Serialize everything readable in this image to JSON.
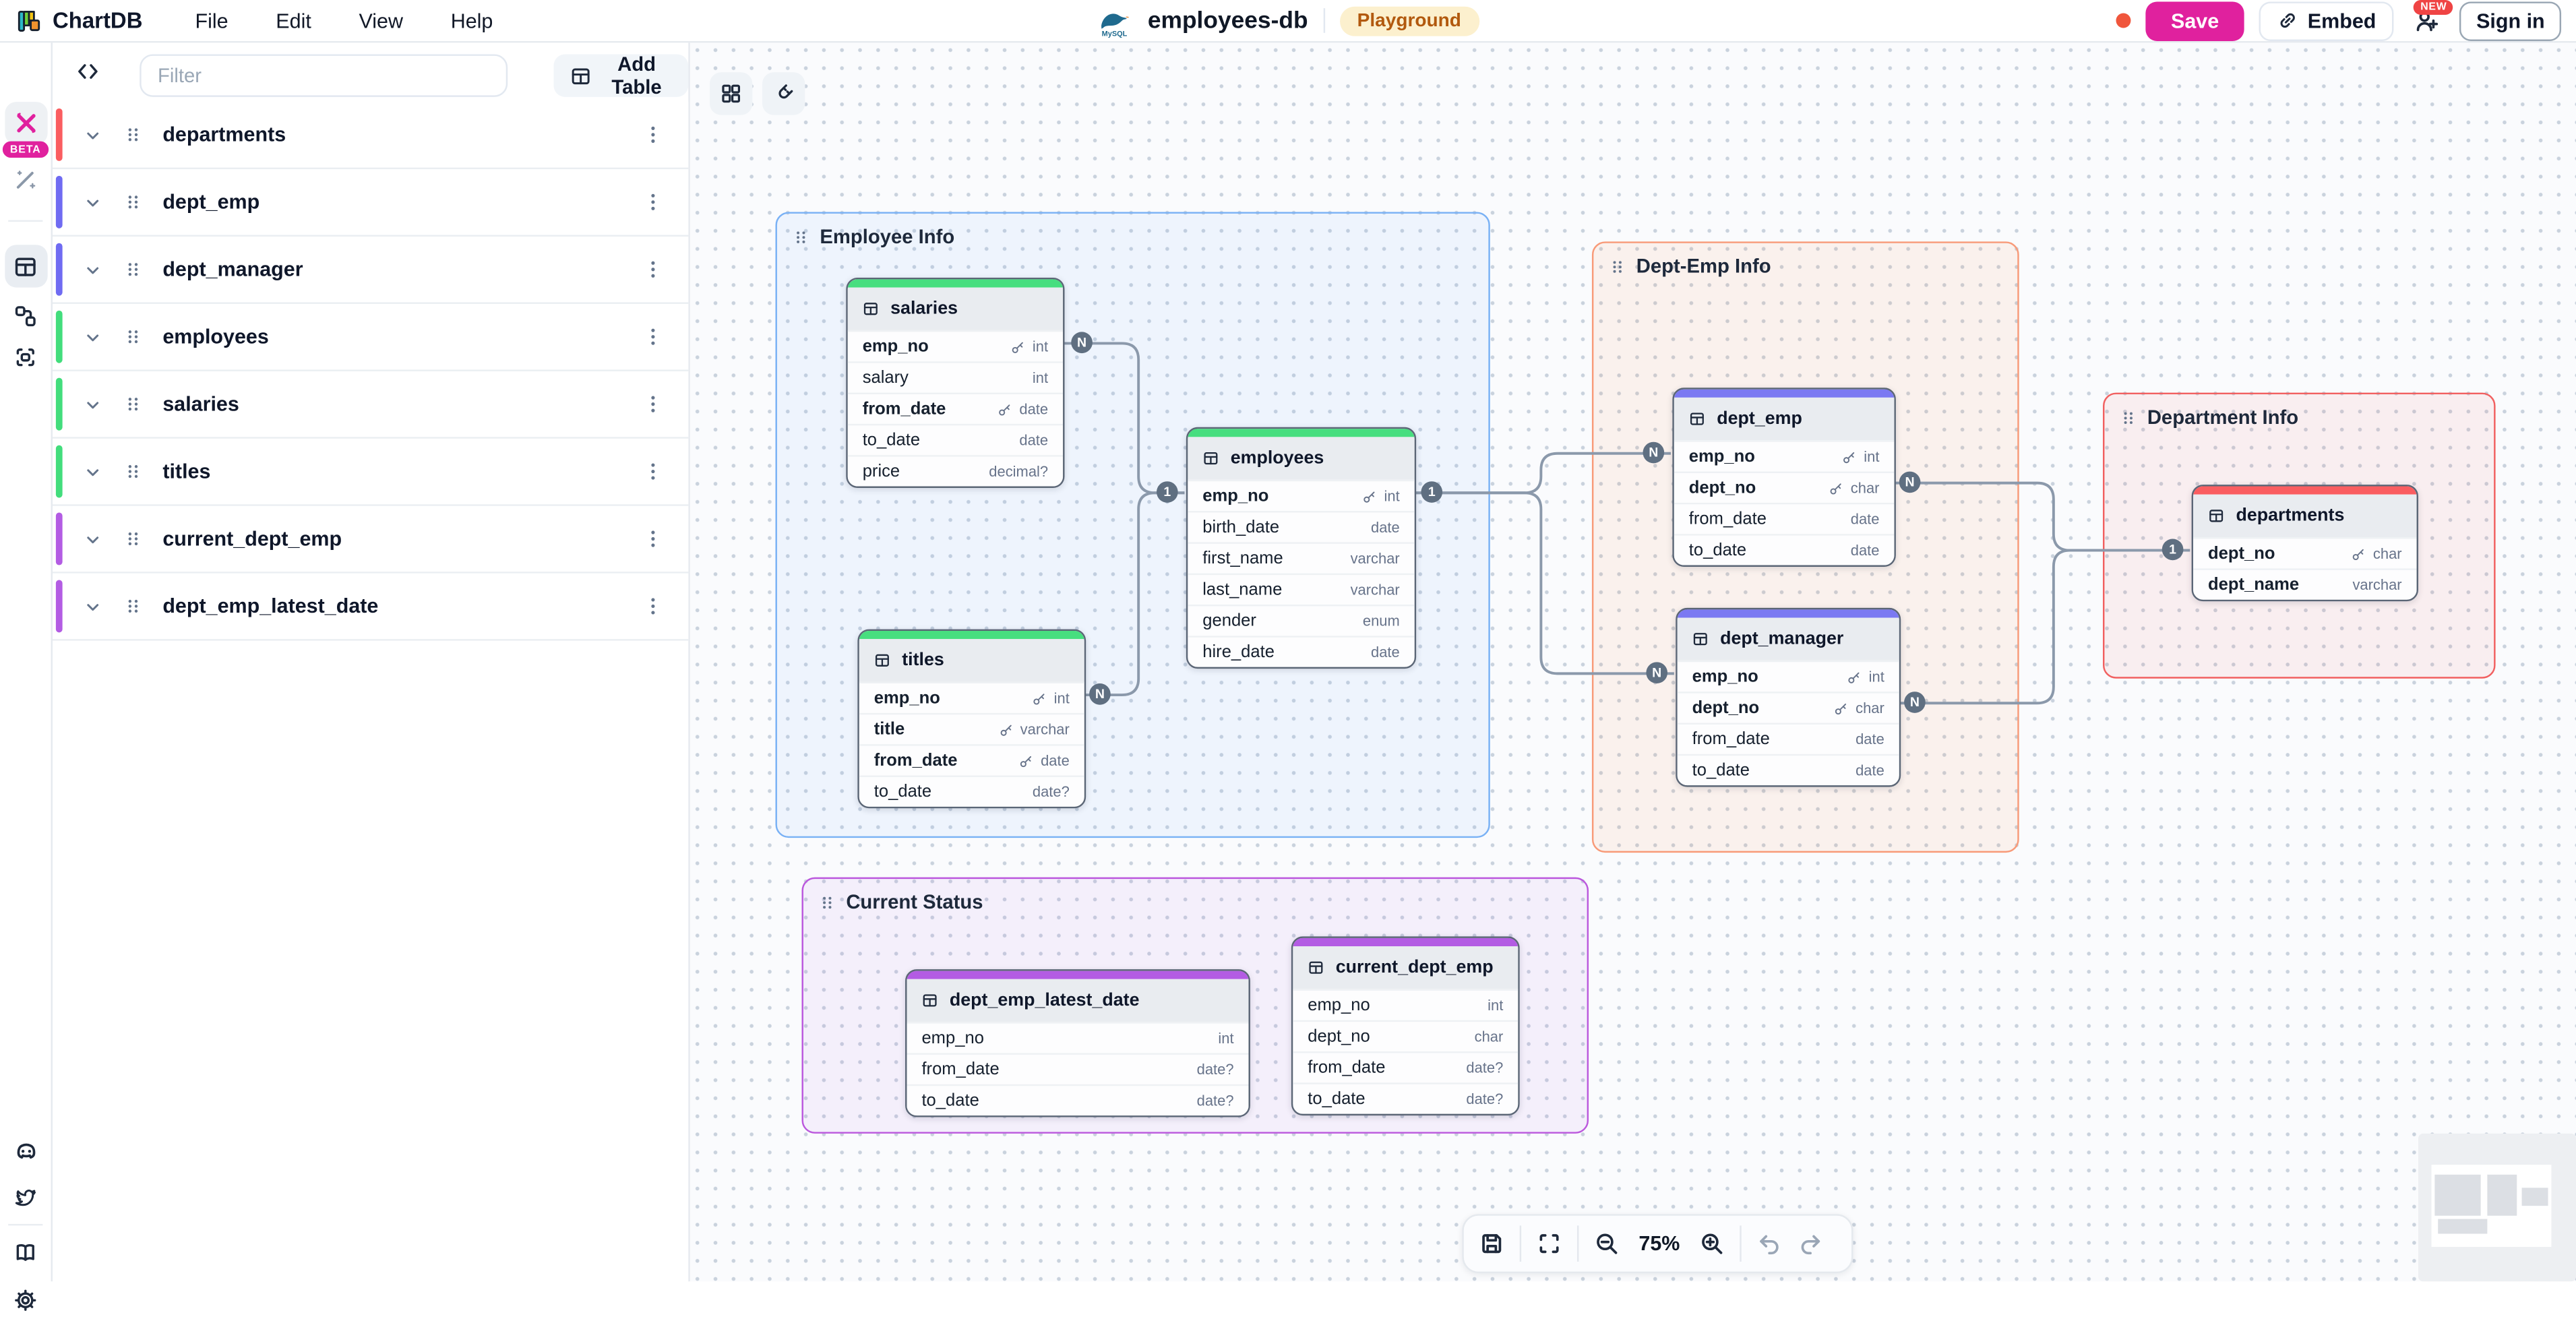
{
  "topbar": {
    "brand": "ChartDB",
    "menus": [
      "File",
      "Edit",
      "View",
      "Help"
    ],
    "mysql_label": "MySQL",
    "diagram_name": "employees-db",
    "environment_badge": "Playground",
    "save_label": "Save",
    "embed_label": "Embed",
    "new_badge": "NEW",
    "sign_in_label": "Sign in"
  },
  "rail": {
    "beta_badge": "BETA"
  },
  "panel": {
    "filter_placeholder": "Filter",
    "add_table_label": "Add Table",
    "tables": [
      {
        "name": "departments",
        "color": "#fa5d60"
      },
      {
        "name": "dept_emp",
        "color": "#6f6bf2"
      },
      {
        "name": "dept_manager",
        "color": "#6f6bf2"
      },
      {
        "name": "employees",
        "color": "#42dd7c"
      },
      {
        "name": "salaries",
        "color": "#42dd7c"
      },
      {
        "name": "titles",
        "color": "#42dd7c"
      },
      {
        "name": "current_dept_emp",
        "color": "#b35ce3"
      },
      {
        "name": "dept_emp_latest_date",
        "color": "#b35ce3"
      }
    ]
  },
  "canvas": {
    "areas": [
      {
        "name": "Employee Info",
        "border": "#79b1f5"
      },
      {
        "name": "Dept-Emp Info",
        "border": "#f89a78"
      },
      {
        "name": "Department Info",
        "border": "#f16060"
      },
      {
        "name": "Current Status",
        "border": "#bb58dd"
      }
    ],
    "tables": [
      {
        "name": "salaries",
        "accent": "#47de7f",
        "fields": [
          {
            "name": "emp_no",
            "type": "int",
            "pk": true
          },
          {
            "name": "salary",
            "type": "int"
          },
          {
            "name": "from_date",
            "type": "date",
            "pk": true
          },
          {
            "name": "to_date",
            "type": "date"
          },
          {
            "name": "price",
            "type": "decimal?"
          }
        ]
      },
      {
        "name": "employees",
        "accent": "#47de7f",
        "fields": [
          {
            "name": "emp_no",
            "type": "int",
            "pk": true
          },
          {
            "name": "birth_date",
            "type": "date"
          },
          {
            "name": "first_name",
            "type": "varchar"
          },
          {
            "name": "last_name",
            "type": "varchar"
          },
          {
            "name": "gender",
            "type": "enum"
          },
          {
            "name": "hire_date",
            "type": "date"
          }
        ]
      },
      {
        "name": "titles",
        "accent": "#47de7f",
        "fields": [
          {
            "name": "emp_no",
            "type": "int",
            "pk": true
          },
          {
            "name": "title",
            "type": "varchar",
            "pk": true
          },
          {
            "name": "from_date",
            "type": "date",
            "pk": true
          },
          {
            "name": "to_date",
            "type": "date?"
          }
        ]
      },
      {
        "name": "dept_emp",
        "accent": "#7b79f2",
        "fields": [
          {
            "name": "emp_no",
            "type": "int",
            "pk": true
          },
          {
            "name": "dept_no",
            "type": "char",
            "pk": true
          },
          {
            "name": "from_date",
            "type": "date"
          },
          {
            "name": "to_date",
            "type": "date"
          }
        ]
      },
      {
        "name": "dept_manager",
        "accent": "#7b79f2",
        "fields": [
          {
            "name": "emp_no",
            "type": "int",
            "pk": true
          },
          {
            "name": "dept_no",
            "type": "char",
            "pk": true
          },
          {
            "name": "from_date",
            "type": "date"
          },
          {
            "name": "to_date",
            "type": "date"
          }
        ]
      },
      {
        "name": "departments",
        "accent": "#fa5d60",
        "fields": [
          {
            "name": "dept_no",
            "type": "char",
            "pk": true
          },
          {
            "name": "dept_name",
            "type": "varchar",
            "bold": true
          }
        ]
      },
      {
        "name": "dept_emp_latest_date",
        "accent": "#b35ce3",
        "fields": [
          {
            "name": "emp_no",
            "type": "int"
          },
          {
            "name": "from_date",
            "type": "date?"
          },
          {
            "name": "to_date",
            "type": "date?"
          }
        ]
      },
      {
        "name": "current_dept_emp",
        "accent": "#b35ce3",
        "fields": [
          {
            "name": "emp_no",
            "type": "int"
          },
          {
            "name": "dept_no",
            "type": "char"
          },
          {
            "name": "from_date",
            "type": "date?"
          },
          {
            "name": "to_date",
            "type": "date?"
          }
        ]
      }
    ],
    "badges": [
      {
        "label": "N"
      },
      {
        "label": "1"
      },
      {
        "label": "1"
      },
      {
        "label": "N"
      },
      {
        "label": "N"
      },
      {
        "label": "N"
      },
      {
        "label": "N"
      },
      {
        "label": "N"
      },
      {
        "label": "1"
      }
    ],
    "toolbar": {
      "zoom_level": "75%"
    }
  }
}
